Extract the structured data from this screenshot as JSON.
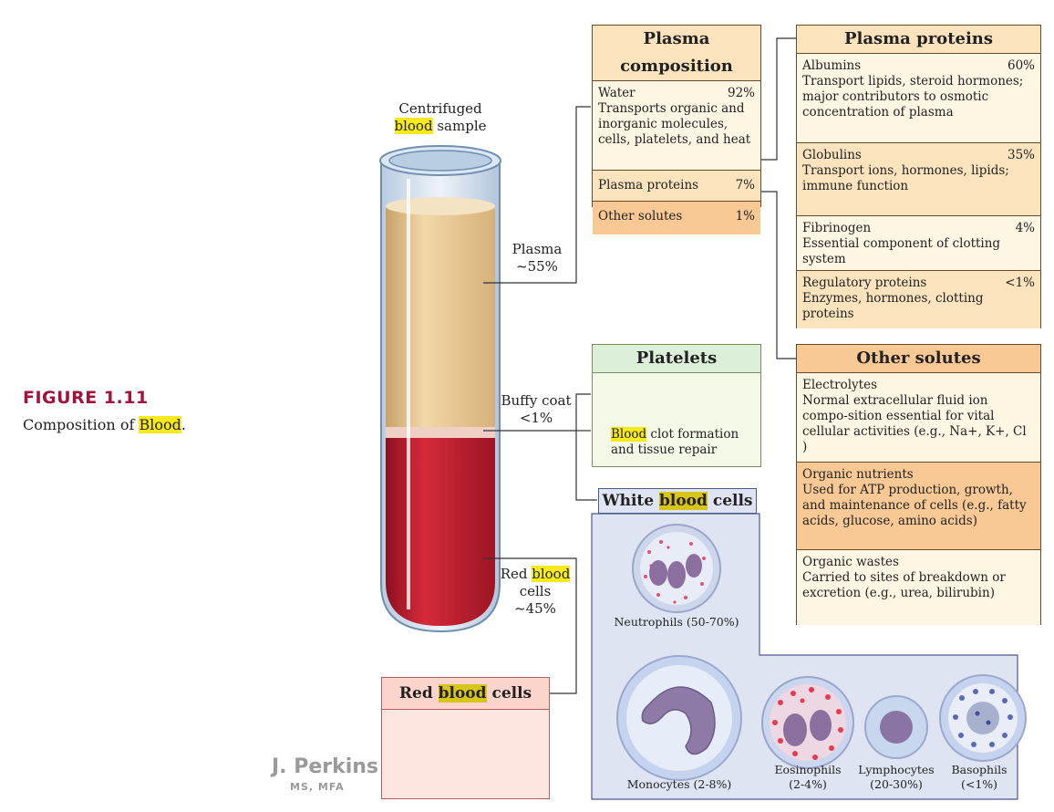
{
  "figure": {
    "number": "FIGURE 1.11",
    "caption_prefix": "Composition of ",
    "caption_highlight": "Blood",
    "caption_suffix": "."
  },
  "tube": {
    "title_line1": "Centrifuged",
    "title_highlight": "blood",
    "title_rest": " sample",
    "plasma_label": "Plasma",
    "plasma_pct": "~55%",
    "buffy_label": "Buffy coat",
    "buffy_pct": "<1%",
    "rbc_prefix": "Red ",
    "rbc_highlight": "blood",
    "rbc_line2": "cells",
    "rbc_pct": "~45%"
  },
  "plasma_composition": {
    "title": "Plasma composition",
    "water_label": "Water",
    "water_pct": "92%",
    "water_desc": "Transports organic and inorganic molecules, cells, platelets, and heat",
    "proteins_label": "Plasma proteins",
    "proteins_pct": "7%",
    "solutes_label": "Other solutes",
    "solutes_pct": "1%"
  },
  "plasma_proteins": {
    "title": "Plasma proteins",
    "items": [
      {
        "name": "Albumins",
        "pct": "60%",
        "desc": "Transport lipids, steroid hormones; major contributors to osmotic concentration of plasma"
      },
      {
        "name": "Globulins",
        "pct": "35%",
        "desc": "Transport ions, hormones, lipids; immune function"
      },
      {
        "name": "Fibrinogen",
        "pct": "4%",
        "desc": "Essential component of clotting system"
      },
      {
        "name": "Regulatory proteins",
        "pct": "<1%",
        "desc": "Enzymes, hormones, clotting proteins"
      }
    ]
  },
  "other_solutes": {
    "title": "Other solutes",
    "items": [
      {
        "name": "Electrolytes",
        "desc": "Normal extracellular fluid ion compo-sition essential for vital cellular activities (e.g., Na+, K+, Cl )"
      },
      {
        "name": "Organic nutrients",
        "desc": "Used for ATP production, growth, and maintenance of cells (e.g., fatty acids, glucose, amino acids)"
      },
      {
        "name": "Organic wastes",
        "desc": "Carried to sites of breakdown or excretion (e.g., urea, bilirubin)"
      }
    ]
  },
  "platelets": {
    "title": "Platelets",
    "desc_highlight": "Blood",
    "desc_rest": " clot formation and tissue repair"
  },
  "wbc": {
    "title_prefix": "White ",
    "title_highlight": "blood",
    "title_suffix": " cells",
    "neutrophils": "Neutrophils (50-70%)",
    "monocytes": "Monocytes (2-8%)",
    "eosinophils_1": "Eosinophils",
    "eosinophils_2": "(2-4%)",
    "lymphocytes_1": "Lymphocytes",
    "lymphocytes_2": "(20-30%)",
    "basophils_1": "Basophils",
    "basophils_2": "(<1%)"
  },
  "rbc_box": {
    "title_prefix": "Red ",
    "title_highlight": "blood",
    "title_suffix": " cells"
  },
  "signature": {
    "name": "J. Perkins",
    "credentials": "MS, MFA"
  },
  "colors": {
    "figure_red": "#a3123a",
    "highlight": "#f7ea1c",
    "plasma": "#e6c48f",
    "blood": "#c41e2f",
    "wbc_panel": "#dfe4f2"
  }
}
